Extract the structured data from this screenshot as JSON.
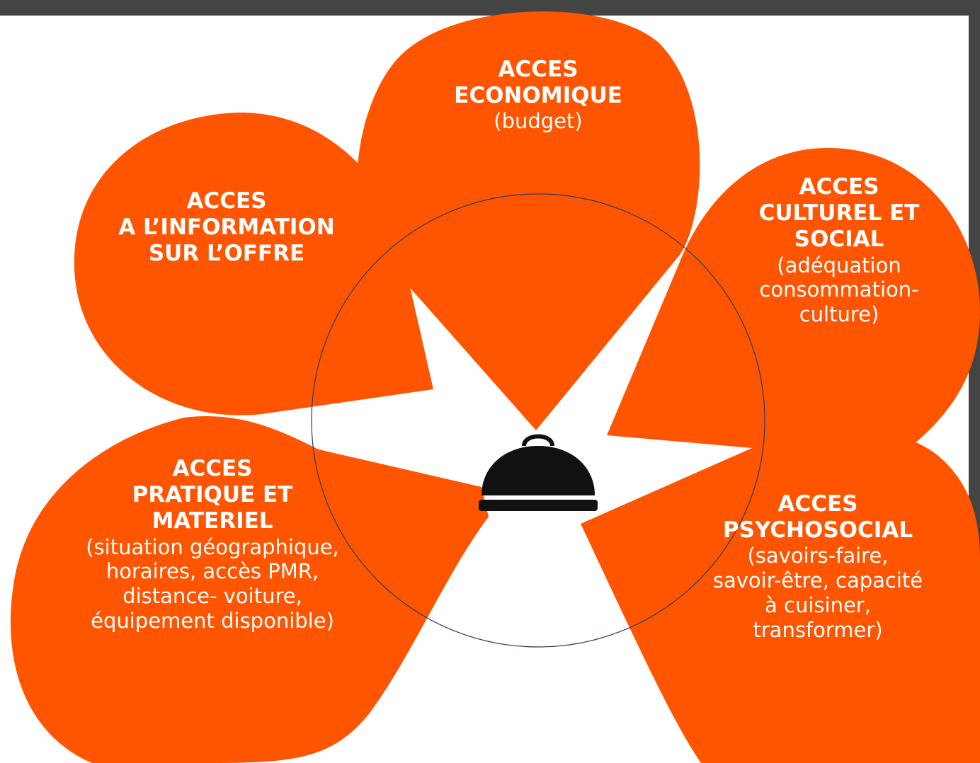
{
  "colors": {
    "petal": "#FF5500",
    "frame": "#444444",
    "ring": "#2B3A5C",
    "cloche": "#111111"
  },
  "icon": "cloche-icon",
  "petals": {
    "economique": {
      "title": [
        "ACCES",
        "ECONOMIQUE"
      ],
      "desc": [
        "(budget)"
      ]
    },
    "information": {
      "title": [
        "ACCES",
        "A L’INFORMATION",
        "SUR L’OFFRE"
      ],
      "desc": []
    },
    "culturel": {
      "title": [
        "ACCES",
        "CULTUREL ET",
        "SOCIAL"
      ],
      "desc": [
        "(adéquation",
        "consommation-",
        "culture)"
      ]
    },
    "pratique": {
      "title": [
        "ACCES",
        "PRATIQUE ET",
        "MATERIEL"
      ],
      "desc": [
        "(situation géographique,",
        "horaires, accès PMR,",
        "distance- voiture,",
        "équipement disponible)"
      ]
    },
    "psychosocial": {
      "title": [
        "ACCES",
        "PSYCHOSOCIAL"
      ],
      "desc": [
        "(savoirs-faire,",
        "savoir-être, capacité",
        "à cuisiner,",
        "transformer)"
      ]
    }
  }
}
